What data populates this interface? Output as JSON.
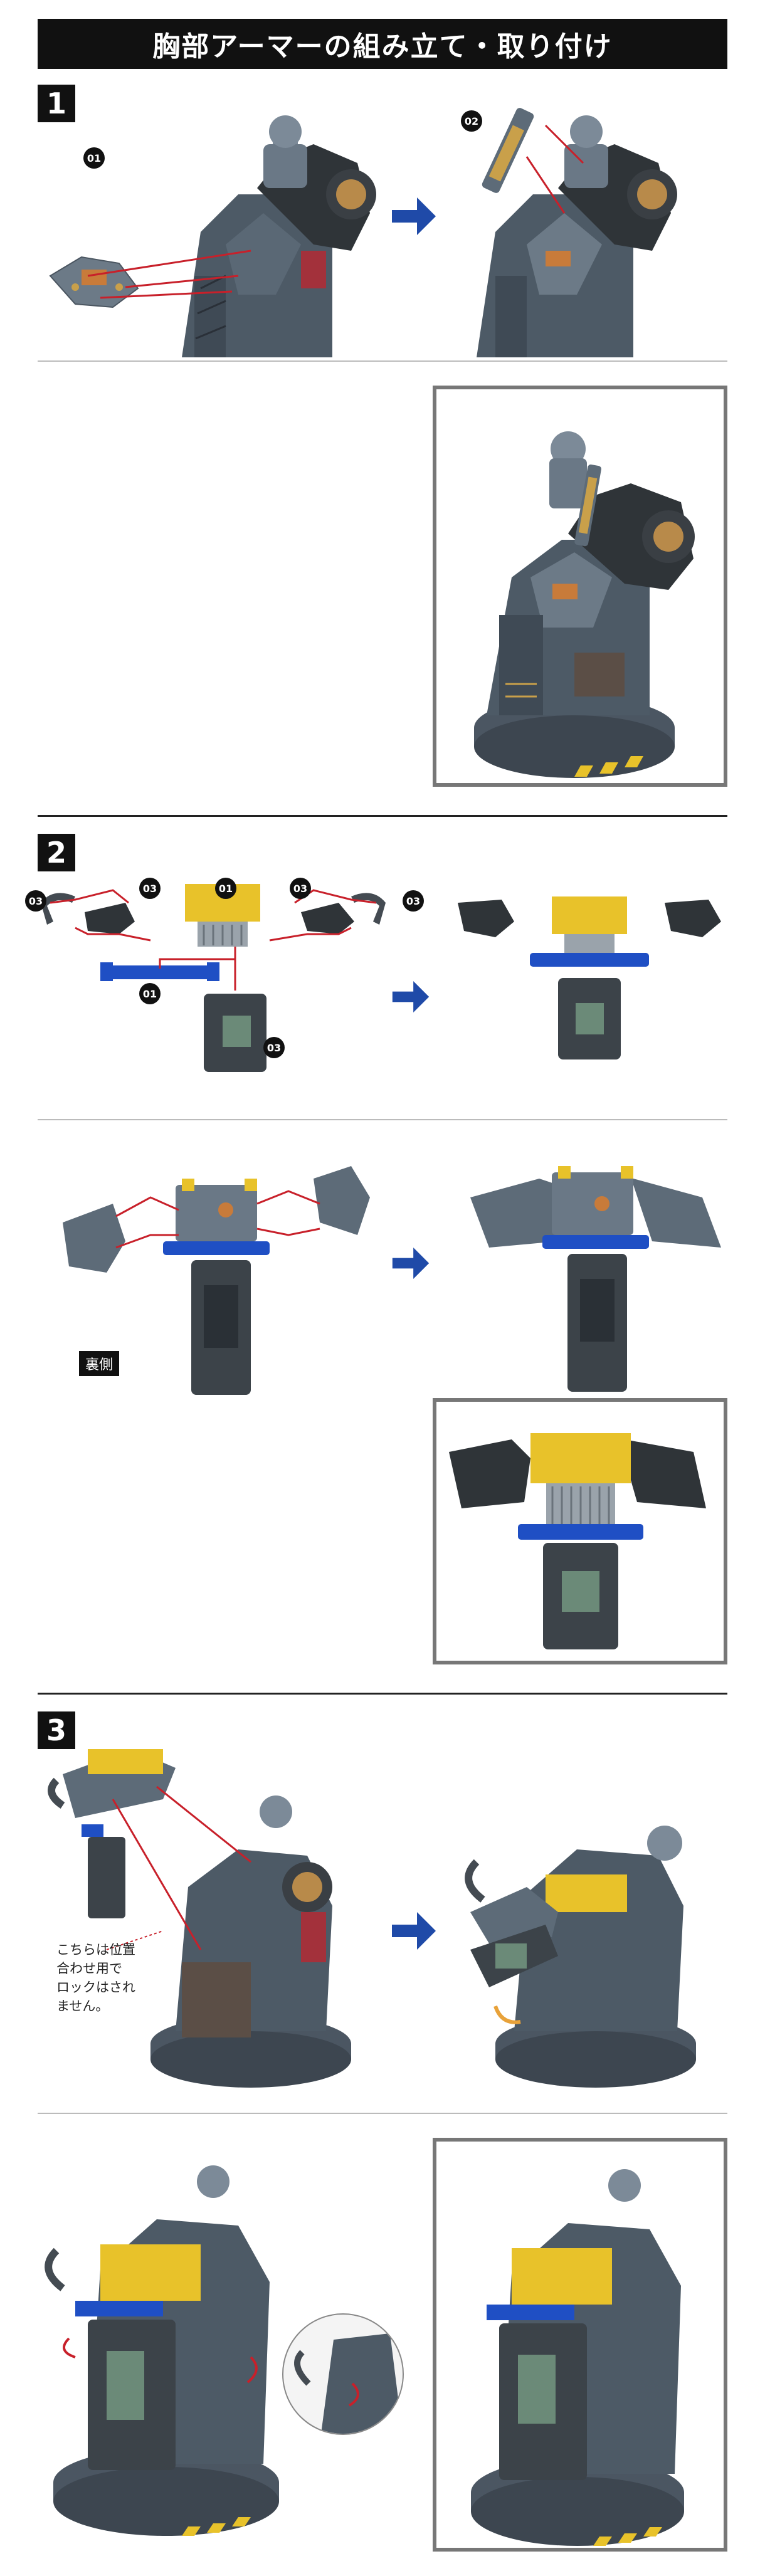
{
  "title": "胸部アーマーの組み立て・取り付け",
  "steps": [
    {
      "number": "1"
    },
    {
      "number": "2"
    },
    {
      "number": "3"
    }
  ],
  "part_numbers": {
    "p01": "01",
    "p02": "02",
    "p03": "03"
  },
  "labels": {
    "back_side": "裏側"
  },
  "notes": {
    "lock_note": "こちらは位置\n合わせ用で\nロックはされ\nません。"
  },
  "colors": {
    "armor_gray": "#5d6b78",
    "dark_gray": "#3c4349",
    "yellow": "#e8c22a",
    "blue": "#1f4fc4",
    "red_line": "#c8202a",
    "arrow_blue": "#1f4aa8",
    "base_dark": "#4b5662"
  }
}
